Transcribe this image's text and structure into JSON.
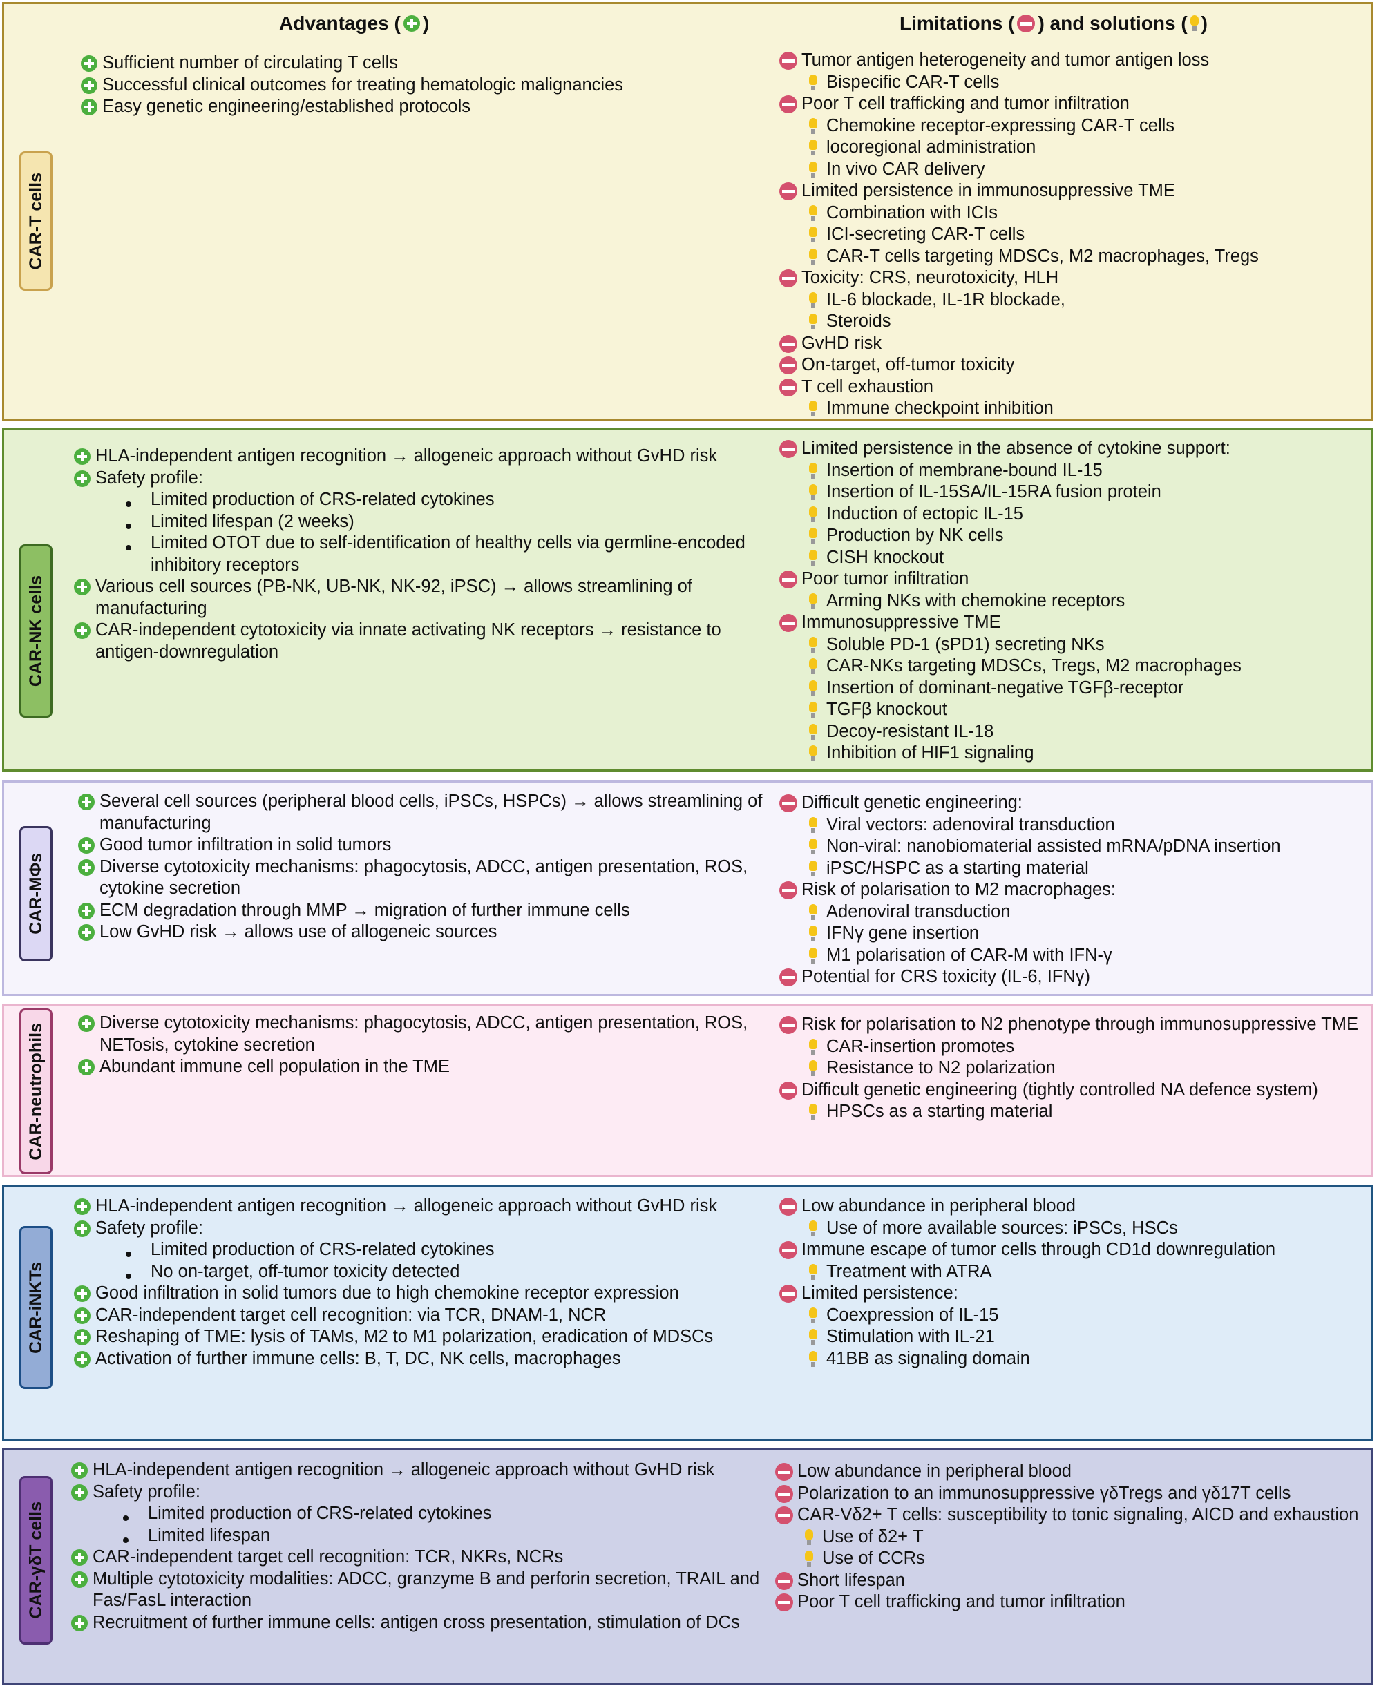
{
  "headers": {
    "advantages": "Advantages (",
    "advantages_end": ")",
    "limitations": "Limitations (",
    "limitations_mid": ") and solutions (",
    "limitations_end": ")"
  },
  "sections": [
    {
      "label": "CAR-T cells",
      "advantages": [
        {
          "t": "plus",
          "text": "Sufficient number of circulating T cells"
        },
        {
          "t": "plus",
          "text": "Successful clinical outcomes for treating hematologic malignancies"
        },
        {
          "t": "plus",
          "text": "Easy genetic engineering/established protocols"
        }
      ],
      "limitations": [
        {
          "t": "minus",
          "text": "Tumor antigen heterogeneity and tumor antigen loss"
        },
        {
          "t": "bulb",
          "text": "Bispecific CAR-T cells"
        },
        {
          "t": "minus",
          "text": "Poor T cell trafficking and tumor infiltration"
        },
        {
          "t": "bulb",
          "text": "Chemokine receptor-expressing CAR-T cells"
        },
        {
          "t": "bulb",
          "text": "locoregional administration"
        },
        {
          "t": "bulb",
          "text": "In vivo CAR delivery"
        },
        {
          "t": "minus",
          "text": "Limited persistence in immunosuppressive TME"
        },
        {
          "t": "bulb",
          "text": "Combination with ICIs"
        },
        {
          "t": "bulb",
          "text": "ICI-secreting CAR-T cells"
        },
        {
          "t": "bulb",
          "text": "CAR-T cells targeting MDSCs, M2 macrophages, Tregs"
        },
        {
          "t": "minus",
          "text": "Toxicity: CRS, neurotoxicity, HLH"
        },
        {
          "t": "bulb",
          "text": "IL-6 blockade, IL-1R blockade,"
        },
        {
          "t": "bulb",
          "text": "Steroids"
        },
        {
          "t": "minus",
          "text": "GvHD risk"
        },
        {
          "t": "minus",
          "text": "On-target, off-tumor toxicity"
        },
        {
          "t": "minus",
          "text": "T cell exhaustion"
        },
        {
          "t": "bulb",
          "text": "Immune checkpoint inhibition"
        }
      ]
    },
    {
      "label": "CAR-NK cells",
      "advantages": [
        {
          "t": "plus",
          "text": "HLA-independent antigen recognition → allogeneic approach without GvHD risk"
        },
        {
          "t": "plus",
          "text": "Safety profile:"
        },
        {
          "t": "bullet",
          "text": "Limited production of CRS-related cytokines"
        },
        {
          "t": "bullet",
          "text": "Limited lifespan (2 weeks)"
        },
        {
          "t": "bullet",
          "text": "Limited OTOT due to self-identification of healthy cells via germline-encoded inhibitory receptors"
        },
        {
          "t": "plus",
          "text": "Various cell sources (PB-NK, UB-NK, NK-92, iPSC) → allows streamlining of manufacturing"
        },
        {
          "t": "plus",
          "text": "CAR-independent cytotoxicity via innate activating NK receptors → resistance to antigen-downregulation"
        }
      ],
      "limitations": [
        {
          "t": "minus",
          "text": "Limited persistence in the absence of cytokine support:"
        },
        {
          "t": "bulb",
          "text": "Insertion of membrane-bound IL-15"
        },
        {
          "t": "bulb",
          "text": "Insertion of IL-15SA/IL-15RA fusion protein"
        },
        {
          "t": "bulb",
          "text": "Induction of ectopic IL-15"
        },
        {
          "t": "bulb",
          "text": "Production by NK cells"
        },
        {
          "t": "bulb",
          "text": "CISH knockout"
        },
        {
          "t": "minus",
          "text": "Poor tumor infiltration"
        },
        {
          "t": "bulb",
          "text": "Arming NKs with chemokine receptors"
        },
        {
          "t": "minus",
          "text": "Immunosuppressive TME"
        },
        {
          "t": "bulb",
          "text": "Soluble PD-1 (sPD1) secreting NKs"
        },
        {
          "t": "bulb",
          "text": "CAR-NKs  targeting MDSCs, Tregs, M2 macrophages"
        },
        {
          "t": "bulb",
          "text": "Insertion of dominant-negative TGFβ-receptor"
        },
        {
          "t": "bulb",
          "text": "TGFβ knockout"
        },
        {
          "t": "bulb",
          "text": "Decoy-resistant IL-18"
        },
        {
          "t": "bulb",
          "text": "Inhibition of HIF1 signaling"
        }
      ]
    },
    {
      "label": "CAR-MΦs",
      "advantages": [
        {
          "t": "plus",
          "text": "Several cell sources (peripheral blood cells, iPSCs, HSPCs) → allows streamlining of manufacturing"
        },
        {
          "t": "plus",
          "text": "Good tumor infiltration in solid tumors"
        },
        {
          "t": "plus",
          "text": "Diverse cytotoxicity mechanisms: phagocytosis, ADCC, antigen presentation, ROS, cytokine secretion"
        },
        {
          "t": "plus",
          "text": "ECM degradation through MMP → migration of further immune cells"
        },
        {
          "t": "plus",
          "text": "Low GvHD risk → allows use of allogeneic sources"
        }
      ],
      "limitations": [
        {
          "t": "minus",
          "text": "Difficult genetic engineering:"
        },
        {
          "t": "bulb",
          "text": "Viral vectors: adenoviral transduction"
        },
        {
          "t": "bulb",
          "text": "Non-viral: nanobiomaterial assisted mRNA/pDNA insertion"
        },
        {
          "t": "bulb",
          "text": "iPSC/HSPC as a starting material"
        },
        {
          "t": "minus",
          "text": "Risk of polarisation to M2 macrophages:"
        },
        {
          "t": "bulb",
          "text": "Adenoviral transduction"
        },
        {
          "t": "bulb",
          "text": "IFNγ gene insertion"
        },
        {
          "t": "bulb",
          "text": "M1 polarisation of CAR-M with IFN-γ"
        },
        {
          "t": "minus",
          "text": "Potential for CRS toxicity (IL-6, IFNγ)"
        }
      ]
    },
    {
      "label": "CAR-neutrophils",
      "advantages": [
        {
          "t": "plus",
          "text": "Diverse cytotoxicity mechanisms: phagocytosis, ADCC, antigen presentation, ROS, NETosis, cytokine secretion"
        },
        {
          "t": "plus",
          "text": "Abundant immune cell population in the TME"
        }
      ],
      "limitations": [
        {
          "t": "minus",
          "text": "Risk for polarisation to N2 phenotype through immunosuppressive TME"
        },
        {
          "t": "bulb",
          "text": "CAR-insertion promotes"
        },
        {
          "t": "bulb",
          "text": "Resistance to N2 polarization"
        },
        {
          "t": "minus",
          "text": "Difficult genetic engineering (tightly controlled NA defence system)"
        },
        {
          "t": "bulb",
          "text": "HPSCs as a starting material"
        }
      ]
    },
    {
      "label": "CAR-iNKTs",
      "advantages": [
        {
          "t": "plus",
          "text": "HLA-independent antigen recognition → allogeneic approach without GvHD risk"
        },
        {
          "t": "plus",
          "text": "Safety profile:"
        },
        {
          "t": "bullet",
          "text": "Limited production of CRS-related cytokines"
        },
        {
          "t": "bullet",
          "text": "No on-target, off-tumor toxicity detected"
        },
        {
          "t": "plus",
          "text": "Good infiltration in solid tumors due to high chemokine receptor expression"
        },
        {
          "t": "plus",
          "text": "CAR-independent target cell recognition: via TCR, DNAM-1, NCR"
        },
        {
          "t": "plus",
          "text": "Reshaping of TME: lysis of TAMs, M2 to M1 polarization, eradication of MDSCs"
        },
        {
          "t": "plus",
          "text": "Activation of further immune cells: B, T, DC, NK cells, macrophages"
        }
      ],
      "limitations": [
        {
          "t": "minus",
          "text": "Low abundance in peripheral blood"
        },
        {
          "t": "bulb",
          "text": "Use of more available sources: iPSCs, HSCs"
        },
        {
          "t": "minus",
          "text": "Immune escape of tumor cells through CD1d downregulation"
        },
        {
          "t": "bulb",
          "text": "Treatment with ATRA"
        },
        {
          "t": "minus",
          "text": "Limited persistence:"
        },
        {
          "t": "bulb",
          "text": "Coexpression of IL-15"
        },
        {
          "t": "bulb",
          "text": "Stimulation with IL-21"
        },
        {
          "t": "bulb",
          "text": "41BB as signaling domain"
        }
      ]
    },
    {
      "label": "CAR-γδT cells",
      "advantages": [
        {
          "t": "plus",
          "text": "HLA-independent antigen recognition → allogeneic approach without GvHD risk"
        },
        {
          "t": "plus",
          "text": "Safety profile:"
        },
        {
          "t": "bullet",
          "text": "Limited production of CRS-related cytokines"
        },
        {
          "t": "bullet",
          "text": "Limited lifespan"
        },
        {
          "t": "plus",
          "text": "CAR-independent target cell recognition: TCR, NKRs, NCRs"
        },
        {
          "t": "plus",
          "text": "Multiple cytotoxicity modalities: ADCC, granzyme B and perforin secretion, TRAIL and Fas/FasL interaction"
        },
        {
          "t": "plus",
          "text": "Recruitment of further immune cells: antigen cross presentation, stimulation of DCs"
        }
      ],
      "limitations": [
        {
          "t": "minus",
          "text": "Low abundance in peripheral blood"
        },
        {
          "t": "minus",
          "text": "Polarization to an immunosuppressive γδTregs and γδ17T cells"
        },
        {
          "t": "minus",
          "text": "CAR-Vδ2+ T cells: susceptibility to tonic signaling, AICD and exhaustion"
        },
        {
          "t": "bulb",
          "text": "Use of δ2+ T"
        },
        {
          "t": "bulb",
          "text": "Use of CCRs"
        },
        {
          "t": "minus",
          "text": "Short lifespan"
        },
        {
          "t": "minus",
          "text": "Poor T cell trafficking and tumor infiltration"
        }
      ]
    }
  ],
  "colors": {
    "plus": "#4caf3f",
    "minus": "#d4506e",
    "bulb": "#f5c518"
  }
}
